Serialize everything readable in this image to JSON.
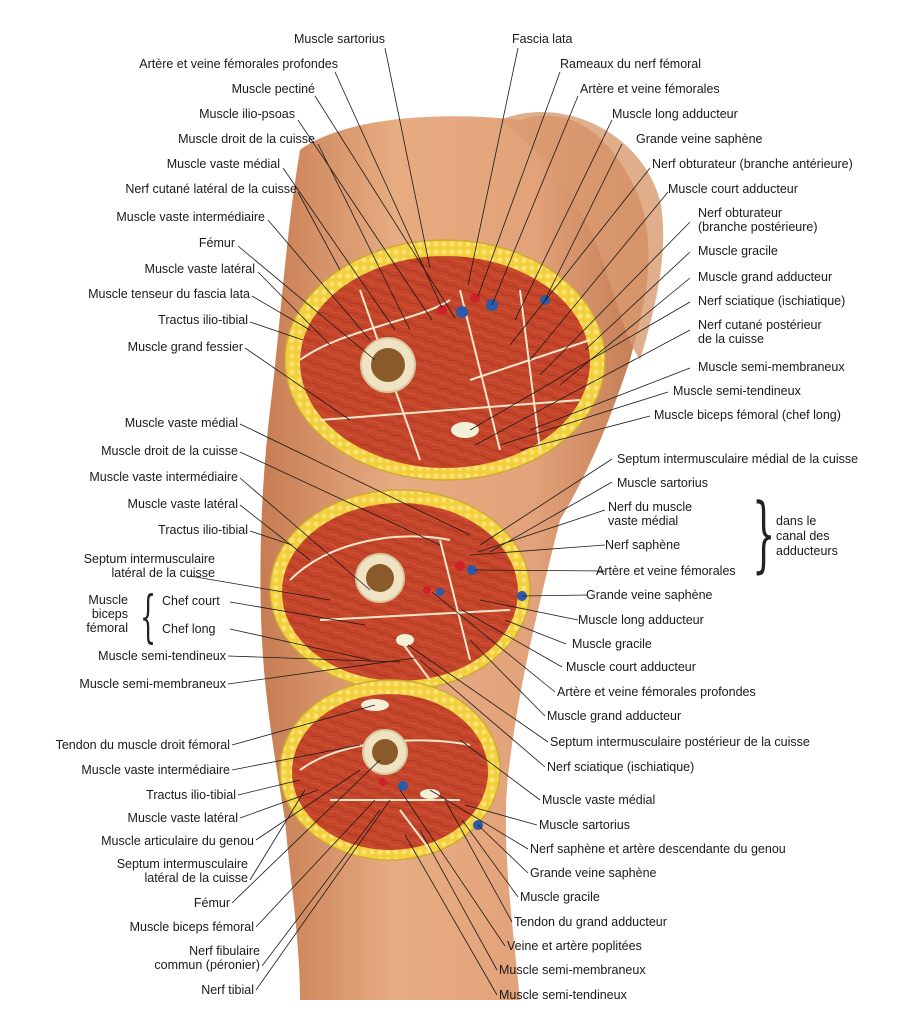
{
  "labels": {
    "t_sartorius": "Muscle sartorius",
    "t_fascia_lata": "Fascia lata",
    "t_art_fem_prof": "Artère et veine fémorales profondes",
    "t_rameaux": "Rameaux du nerf fémoral",
    "t_pectine": "Muscle pectiné",
    "t_art_fem": "Artère et veine fémorales",
    "t_iliopsoas": "Muscle ilio-psoas",
    "t_long_add": "Muscle long adducteur",
    "t_droit": "Muscle droit de la cuisse",
    "t_saphene": "Grande veine saphène",
    "t_vaste_med": "Muscle vaste médial",
    "t_obt_ant": "Nerf obturateur (branche antérieure)",
    "t_cut_lat": "Nerf cutané latéral de la cuisse",
    "t_court_add": "Muscle court adducteur",
    "t_vaste_int": "Muscle vaste intermédiaire",
    "t_obt_post": "Nerf obturateur\n(branche postérieure)",
    "t_femur": "Fémur",
    "t_gracile": "Muscle gracile",
    "t_vaste_lat": "Muscle vaste latéral",
    "t_grand_add": "Muscle grand adducteur",
    "t_tenseur": "Muscle tenseur du fascia lata",
    "t_sciatique": "Nerf sciatique (ischiatique)",
    "t_tractus": "Tractus ilio-tibial",
    "t_cut_post": "Nerf cutané postérieur\nde la cuisse",
    "t_fessier": "Muscle grand fessier",
    "t_semi_memb": "Muscle semi-membraneux",
    "t_semi_tend": "Muscle semi-tendineux",
    "t_biceps_long": "Muscle biceps fémoral (chef long)",
    "m_vaste_med": "Muscle vaste médial",
    "m_septum_med": "Septum intermusculaire médial de la cuisse",
    "m_droit": "Muscle droit de la cuisse",
    "m_sartorius": "Muscle sartorius",
    "m_vaste_int": "Muscle vaste intermédiaire",
    "m_nerf_vaste": "Nerf du muscle\nvaste médial",
    "m_vaste_lat": "Muscle vaste latéral",
    "m_canal": "dans le\ncanal des\nadducteurs",
    "m_tractus": "Tractus ilio-tibial",
    "m_nerf_saph": "Nerf saphène",
    "m_septum_lat": "Septum intermusculaire\nlatéral de la cuisse",
    "m_art_fem": "Artère et veine fémorales",
    "m_saphene": "Grande veine saphène",
    "m_biceps": "Muscle\nbiceps\nfémoral",
    "m_chef_court": "Chef court",
    "m_long_add": "Muscle long adducteur",
    "m_chef_long": "Chef long",
    "m_gracile": "Muscle gracile",
    "m_semi_tend": "Muscle semi-tendineux",
    "m_court_add": "Muscle court adducteur",
    "m_semi_memb": "Muscle semi-membraneux",
    "m_art_prof": "Artère et veine fémorales profondes",
    "m_grand_add": "Muscle grand adducteur",
    "m_septum_post": "Septum intermusculaire postérieur de la cuisse",
    "m_sciatique": "Nerf sciatique (ischiatique)",
    "b_tendon_droit": "Tendon du muscle droit fémoral",
    "b_vaste_int": "Muscle vaste intermédiaire",
    "b_vaste_med": "Muscle vaste médial",
    "b_tractus": "Tractus ilio-tibial",
    "b_sartorius": "Muscle sartorius",
    "b_vaste_lat": "Muscle vaste latéral",
    "b_nerf_saph": "Nerf saphène et artère descendante du genou",
    "b_articulaire": "Muscle articulaire du genou",
    "b_saphene": "Grande veine saphène",
    "b_septum_lat": "Septum intermusculaire\nlatéral de la cuisse",
    "b_gracile": "Muscle gracile",
    "b_femur": "Fémur",
    "b_tendon_add": "Tendon du grand adducteur",
    "b_biceps": "Muscle biceps fémoral",
    "b_poplitees": "Veine et artère poplitées",
    "b_fibulaire": "Nerf fibulaire\ncommun (péronier)",
    "b_semi_memb": "Muscle semi-membraneux",
    "b_tibial": "Nerf tibial",
    "b_semi_tend": "Muscle semi-tendineux"
  },
  "colors": {
    "skin": "#e3a57a",
    "skin_shadow": "#c9835a",
    "fat": "#f4d23a",
    "muscle": "#c8472c",
    "muscle_dark": "#9e2f1c",
    "bone": "#efe3c4",
    "marrow": "#8a5a2a",
    "artery": "#d0202a",
    "vein": "#2a5aa8",
    "nerve": "#f3f0d8"
  }
}
